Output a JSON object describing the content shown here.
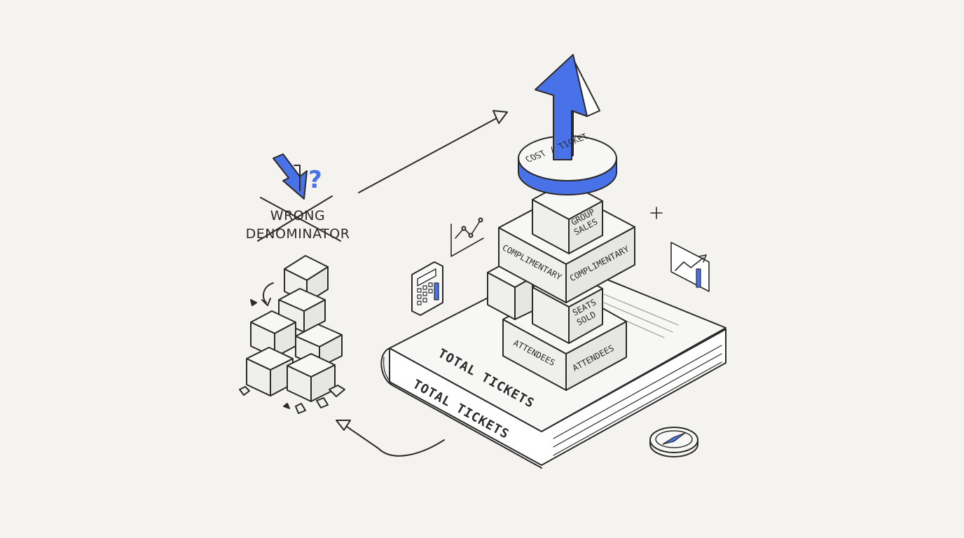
{
  "colors": {
    "accent": "#4a72e8",
    "ink": "#2a2a2a",
    "background": "#f4f3ef",
    "box_top": "#f7f7f5",
    "box_side": "#e6e6e3",
    "box_front": "#efefec"
  },
  "labels": {
    "wrong_line1": "WRONG",
    "wrong_line2": "DENOMINATOR",
    "question_mark": "?",
    "disk": "COST / TICKET",
    "group_line1": "GROUP",
    "group_line2": "SALES",
    "complimentary": "COMPLIMENTARY",
    "seats_line1": "SEATS",
    "seats_line2": "SOLD",
    "attendees": "ATTENDEES",
    "book_cover": "TOTAL TICKETS",
    "book_spine": "TOTAL TICKETS",
    "plus": "+"
  },
  "icons": [
    "down-arrow-icon",
    "line-chart-icon",
    "calculator-icon",
    "trend-chart-icon",
    "compass-icon",
    "up-arrow-icon"
  ]
}
